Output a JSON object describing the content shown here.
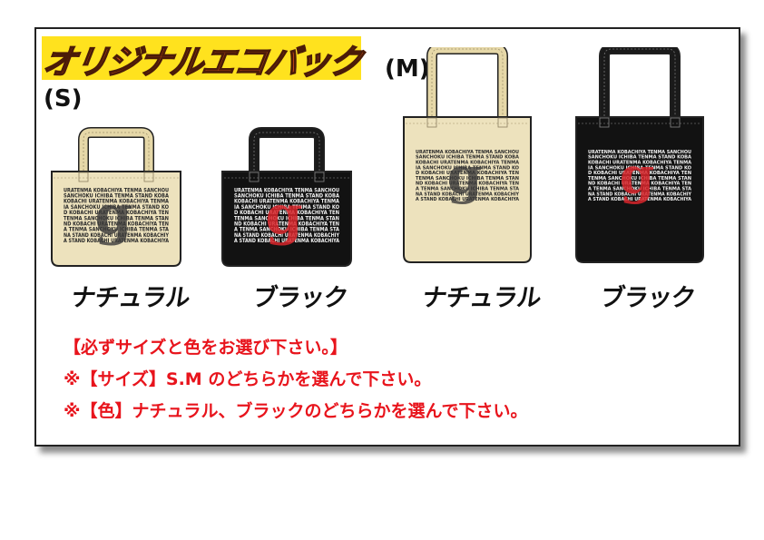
{
  "title": "オリジナルエコバック",
  "sizes": {
    "small": "(S)",
    "medium": "(M)"
  },
  "bags": [
    {
      "size": "S",
      "color_label": "ナチュラル",
      "bag_color": "#ede2bd",
      "handle_color": "#e6d8a8"
    },
    {
      "size": "S",
      "color_label": "ブラック",
      "bag_color": "#121212",
      "handle_color": "#121212"
    },
    {
      "size": "M",
      "color_label": "ナチュラル",
      "bag_color": "#ede2bd",
      "handle_color": "#e6d8a8"
    },
    {
      "size": "M",
      "color_label": "ブラック",
      "bag_color": "#121212",
      "handle_color": "#121212"
    }
  ],
  "bag_print_lines": [
    "URATENMA KOBACHIYA TENMA SANCHOU",
    "SANCHOKU ICHIBA TENMA STAND KOBA",
    "KOBACHI URATENMA KOBACHIYA TENMA",
    "IA SANCHOKU ICHIBA TENMA STAND KO",
    "D KOBACHI URATENMA KOBACHIYA TEN",
    "TENMA SANCHOKU ICHIBA TENMA STAN",
    "ND KOBACHI URATENMA KOBACHIYA TEN",
    "A TENMA SANCHOKU ICHIBA TENMA STA",
    "NA STAND KOBACHI URATENMA KOBACHIY",
    "A STAND KOBACHI URATENMA KOBACHIYA"
  ],
  "notes": [
    "【必ずサイズと色をお選び下さい。】",
    "※【サイズ】S.M のどちらかを選んで下さい。",
    "※【色】ナチュラル、ブラックのどちらかを選んで下さい。"
  ],
  "colors": {
    "accent_red": "#e8141c",
    "title_orange": "#ef5a1f",
    "title_highlight": "#ffe21e"
  }
}
